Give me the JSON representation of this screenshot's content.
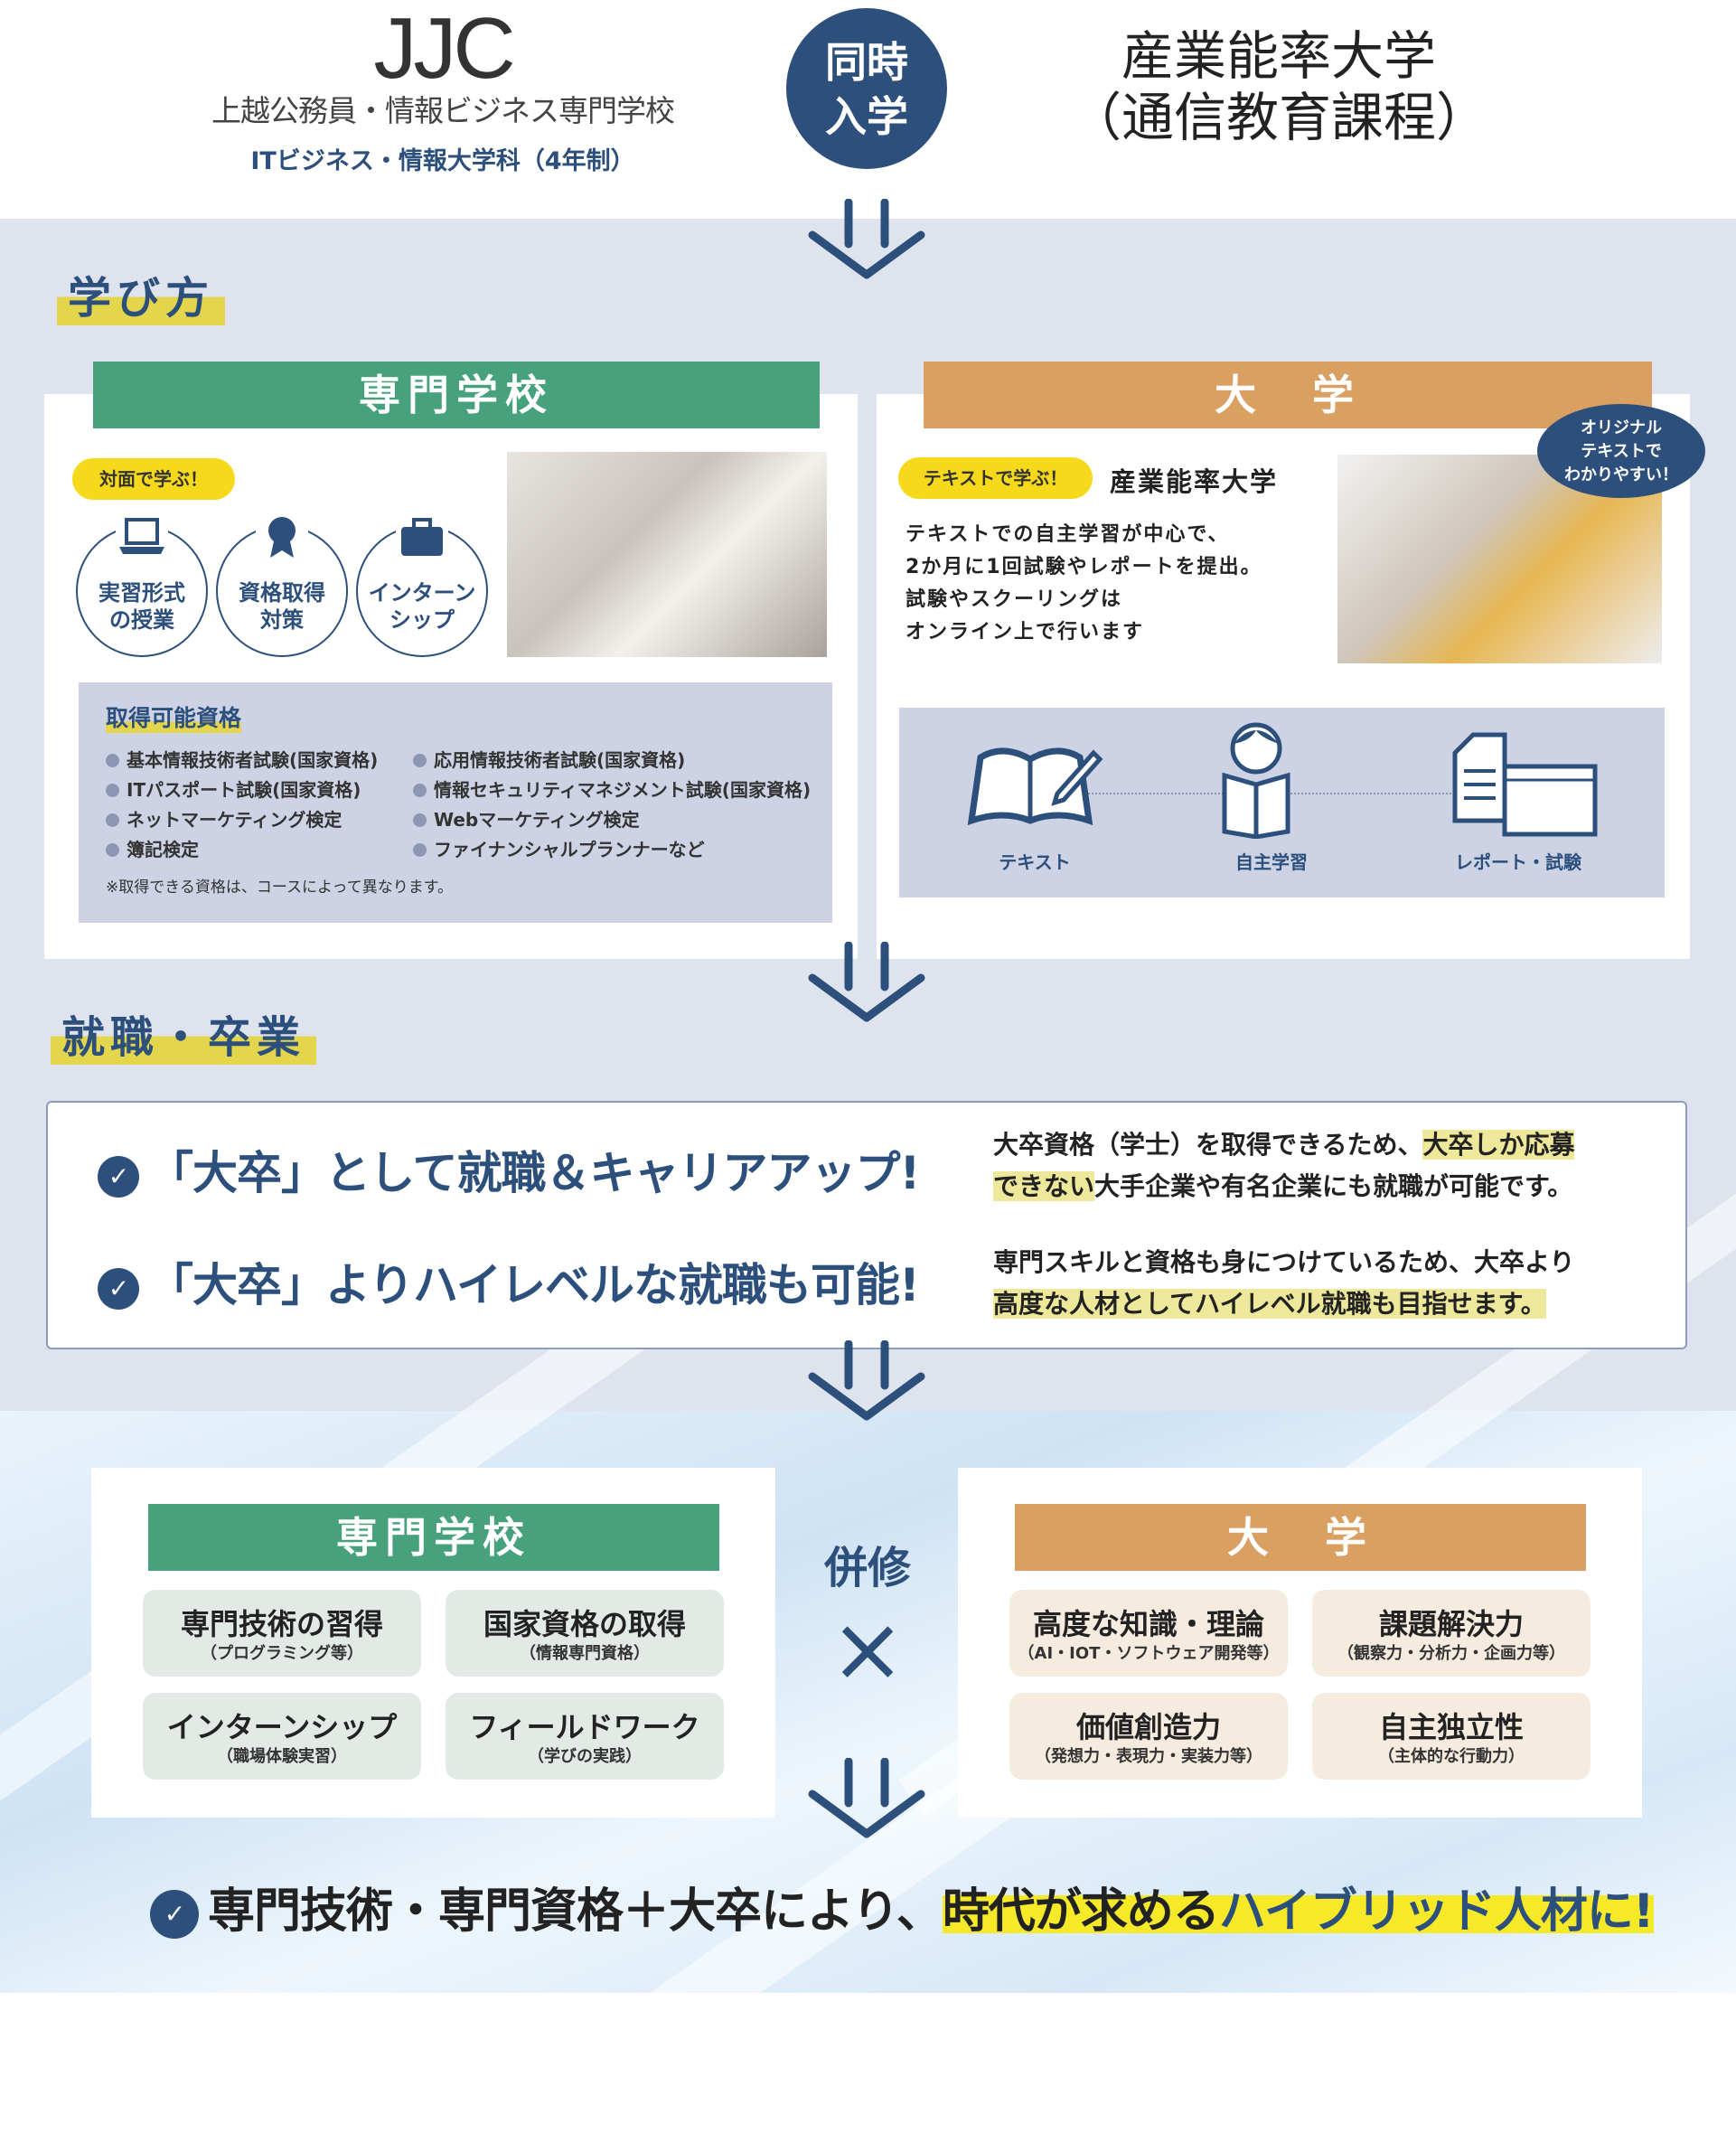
{
  "header": {
    "logo": "JJC",
    "school_name": "上越公務員・情報ビジネス専門学校",
    "department": "ITビジネス・情報大学科（4年制）",
    "badge": [
      "同時",
      "入学"
    ],
    "university": [
      "産業能率大学",
      "（通信教育課程）"
    ]
  },
  "learning": {
    "section_label": "学び方",
    "vocational": {
      "title": "専門学校",
      "pill": "対面で学ぶ！",
      "features": [
        {
          "label": [
            "実習形式",
            "の授業"
          ],
          "icon": "laptop-icon"
        },
        {
          "label": [
            "資格取得",
            "対策"
          ],
          "icon": "medal-icon"
        },
        {
          "label": [
            "インターン",
            "シップ"
          ],
          "icon": "briefcase-icon"
        }
      ],
      "qualifications": {
        "title": "取得可能資格",
        "items": [
          "基本情報技術者試験(国家資格)",
          "ITパスポート試験(国家資格)",
          "ネットマーケティング検定",
          "簿記検定",
          "応用情報技術者試験(国家資格)",
          "情報セキュリティマネジメント試験(国家資格)",
          "Webマーケティング検定",
          "ファイナンシャルプランナーなど"
        ],
        "note": "※取得できる資格は、コースによって異なります。"
      }
    },
    "university": {
      "title": "大　学",
      "pill": "テキストで学ぶ！",
      "name": "産業能率大学",
      "description": [
        "テキストでの自主学習が中心で、",
        "2か月に1回試験やレポートを提出。",
        "試験やスクーリングは",
        "オンライン上で行います"
      ],
      "bubble": [
        "オリジナル",
        "テキストで",
        "わかりやすい！"
      ],
      "steps": [
        {
          "label": "テキスト",
          "icon": "book-pencil-icon"
        },
        {
          "label": "自主学習",
          "icon": "reading-person-icon"
        },
        {
          "label": "レポート・試験",
          "icon": "documents-icon"
        }
      ]
    }
  },
  "career": {
    "section_label": "就職・卒業",
    "points": [
      {
        "headline": "「大卒」として就職＆キャリアアップ!",
        "desc_a": "大卒資格（学士）を取得できるため、",
        "desc_hl1": "大卒しか応募",
        "desc_hl2": "できない",
        "desc_b": "大手企業や有名企業にも就職が可能です。"
      },
      {
        "headline": "「大卒」よりハイレベルな就職も可能!",
        "desc_a": "専門スキルと資格も身につけているため、大卒より",
        "desc_hl1": "高度な人材としてハイレベル就職も目指せます。"
      }
    ]
  },
  "combined": {
    "vocational": {
      "title": "専門学校",
      "tiles": [
        {
          "main": "専門技術の習得",
          "sub": "（プログラミング等）"
        },
        {
          "main": "国家資格の取得",
          "sub": "（情報専門資格）"
        },
        {
          "main": "インターンシップ",
          "sub": "（職場体験実習）"
        },
        {
          "main": "フィールドワーク",
          "sub": "（学びの実践）"
        }
      ]
    },
    "center": {
      "label": "併修",
      "cross": "×"
    },
    "university": {
      "title": "大　学",
      "tiles": [
        {
          "main": "高度な知識・理論",
          "sub": "（AI・IOT・ソフトウェア開発等）"
        },
        {
          "main": "課題解決力",
          "sub": "（観察力・分析力・企画力等）"
        },
        {
          "main": "価値創造力",
          "sub": "（発想力・表現力・実装力等）"
        },
        {
          "main": "自主独立性",
          "sub": "（主体的な行動力）"
        }
      ]
    }
  },
  "conclusion": {
    "part1": "専門技術・専門資格＋大卒により、",
    "part2": "時代が求める",
    "part3": "ハイブリッド人材に!"
  },
  "colors": {
    "navy": "#2c4f7c",
    "green": "#46a17c",
    "orange": "#d9a062",
    "yellow": "#f7d91c",
    "band": "#dfe3ee"
  }
}
